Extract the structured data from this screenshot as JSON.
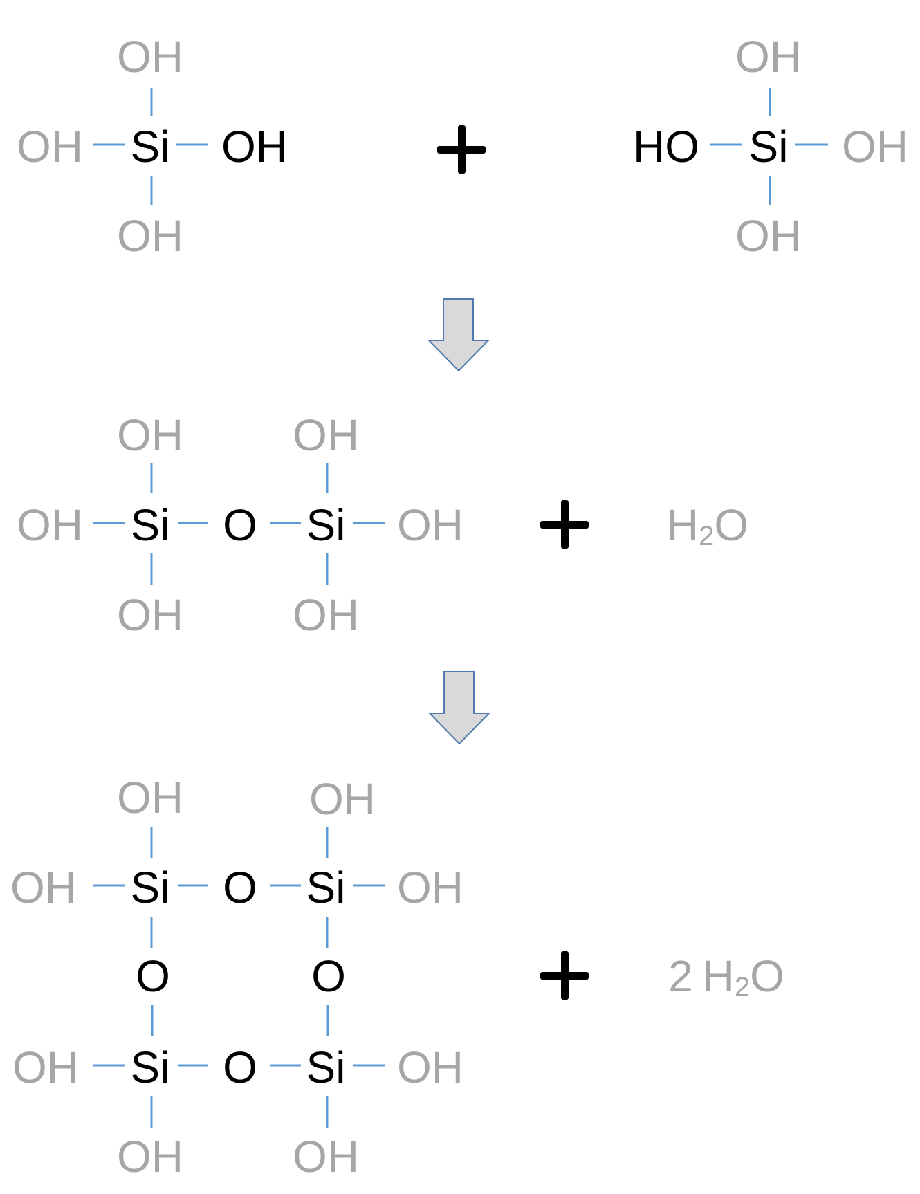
{
  "colors": {
    "hydroxyl": "#a6a6a6",
    "core_atom": "#000000",
    "bond": "#5b9bd5",
    "arrow_fill": "#d9d9d9",
    "arrow_stroke": "#4f7ab0"
  },
  "icons": {
    "plus": "plus-icon",
    "arrow": "down-arrow-icon"
  },
  "step1": {
    "molecule_a": {
      "top": "OH",
      "left": "OH",
      "center": "Si",
      "right": "OH",
      "bottom": "OH"
    },
    "molecule_b": {
      "top": "OH",
      "left": "HO",
      "center": "Si",
      "right": "OH",
      "bottom": "OH"
    }
  },
  "step2": {
    "dimer": {
      "top_1": "OH",
      "top_2": "OH",
      "left": "OH",
      "si_1": "Si",
      "bridge": "O",
      "si_2": "Si",
      "right": "OH",
      "bottom_1": "OH",
      "bottom_2": "OH"
    },
    "byproduct": {
      "h": "H",
      "sub": "2",
      "o": "O"
    }
  },
  "step3": {
    "ring": {
      "top_1": "OH",
      "top_2": "OH",
      "row1_left": "OH",
      "row1_si_1": "Si",
      "row1_bridge": "O",
      "row1_si_2": "Si",
      "row1_right": "OH",
      "mid_bridge_1": "O",
      "mid_bridge_2": "O",
      "row2_left": "OH",
      "row2_si_1": "Si",
      "row2_bridge": "O",
      "row2_si_2": "Si",
      "row2_right": "OH",
      "bottom_1": "OH",
      "bottom_2": "OH"
    },
    "byproduct": {
      "coef": "2",
      "h": "H",
      "sub": "2",
      "o": "O"
    }
  }
}
